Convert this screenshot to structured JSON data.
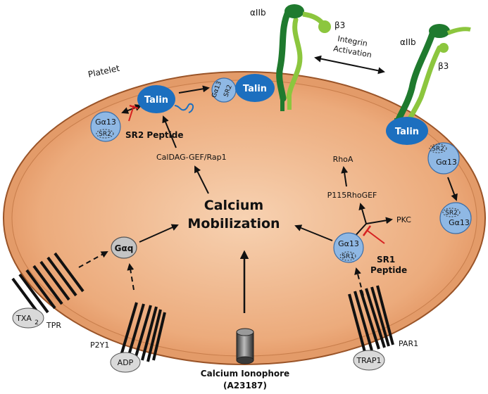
{
  "labels": {
    "platelet": "Platelet",
    "integrin_activation_line1": "Integrin",
    "integrin_activation_line2": "Activation",
    "aiib_left": "αIIb",
    "b3_left": "β3",
    "aiib_right": "αIIb",
    "b3_right": "β3",
    "talin": "Talin",
    "ga13": "Gα13",
    "sr2": "SR2",
    "sr1": "SR1",
    "sr2_peptide": "SR2 Peptide",
    "sr1_peptide_line1": "SR1",
    "sr1_peptide_line2": "Peptide",
    "caldag": "CalDAG-GEF/Rap1",
    "rhoa": "RhoA",
    "p115": "P115RhoGEF",
    "pkc": "PKC",
    "calcium_line1": "Calcium",
    "calcium_line2": "Mobilization",
    "gaq": "Gαq",
    "txa2": "TXA",
    "txa2_sub": "2",
    "tpr": "TPR",
    "p2y1": "P2Y1",
    "adp": "ADP",
    "par1": "PAR1",
    "trap1": "TRAP1",
    "ionophore_line1": "Calcium Ionophore",
    "ionophore_line2": "(A23187)"
  },
  "colors": {
    "cell_fill": "#e9a06e",
    "cell_border": "#8b4a22",
    "cell_inner": "#f3c39c",
    "talin": "#1c6fbf",
    "ga13": "#8fb8e4",
    "gaq": "#c4c4c4",
    "integrin_dark": "#1f7a2e",
    "integrin_light": "#8cc63e",
    "inhibit": "#d62020"
  }
}
